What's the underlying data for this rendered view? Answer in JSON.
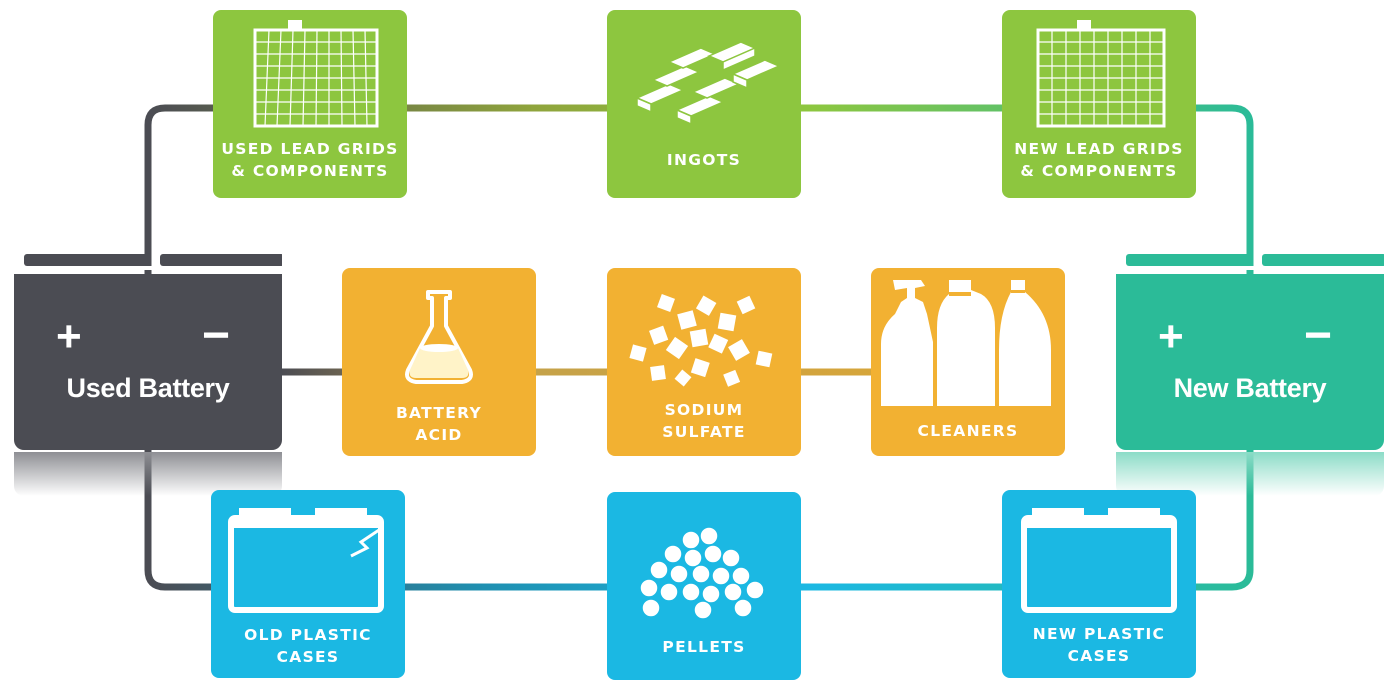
{
  "batteries": {
    "used": {
      "label": "Used Battery",
      "plus": "+",
      "minus": "−",
      "color": "#4b4c53"
    },
    "new": {
      "label": "New Battery",
      "plus": "+",
      "minus": "−",
      "color": "#2bbb98"
    }
  },
  "rows": {
    "lead": {
      "color": "#8dc63f",
      "tiles": [
        {
          "line1": "USED LEAD GRIDS",
          "line2": "& COMPONENTS",
          "icon": "lead-grid-icon"
        },
        {
          "line1": "INGOTS",
          "line2": "",
          "icon": "ingots-icon"
        },
        {
          "line1": "NEW LEAD GRIDS",
          "line2": "& COMPONENTS",
          "icon": "lead-grid-icon"
        }
      ]
    },
    "acid": {
      "color": "#f2b132",
      "tiles": [
        {
          "line1": "BATTERY",
          "line2": "ACID",
          "icon": "flask-icon"
        },
        {
          "line1": "SODIUM",
          "line2": "SULFATE",
          "icon": "crystals-icon"
        },
        {
          "line1": "CLEANERS",
          "line2": "",
          "icon": "cleaner-bottles-icon"
        }
      ]
    },
    "plastic": {
      "color": "#1bb8e3",
      "tiles": [
        {
          "line1": "OLD PLASTIC",
          "line2": "CASES",
          "icon": "cracked-case-icon"
        },
        {
          "line1": "PELLETS",
          "line2": "",
          "icon": "pellets-icon"
        },
        {
          "line1": "NEW PLASTIC",
          "line2": "CASES",
          "icon": "plastic-case-icon"
        }
      ]
    }
  },
  "connector_colors": {
    "dark": "#4b4c53",
    "teal": "#2bbb98",
    "gold": "#c4a24a",
    "olive": "#8fa43c",
    "lime": "#8dc63f",
    "sky": "#1bb8e3"
  }
}
